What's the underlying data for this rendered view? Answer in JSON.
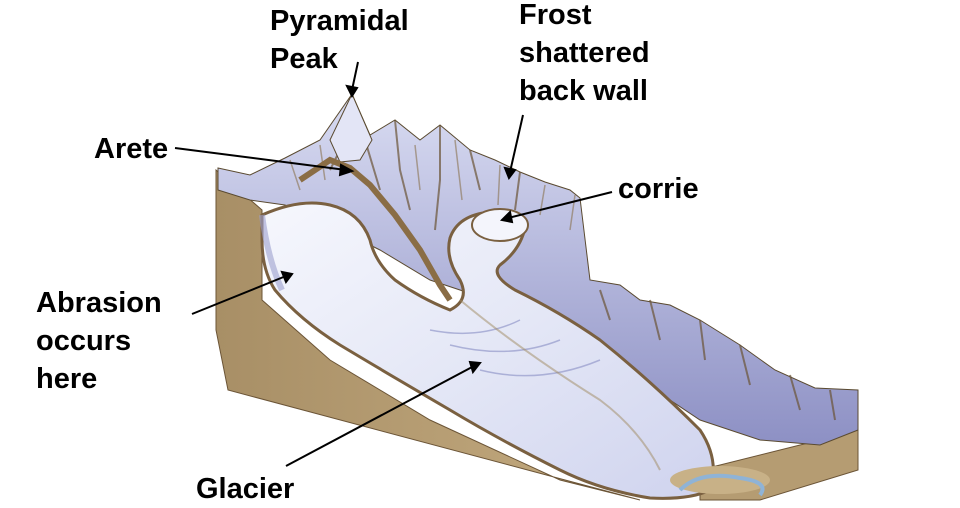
{
  "labels": {
    "pyramidal_peak": [
      "Pyramidal",
      "Peak"
    ],
    "frost_shattered_back_wall": [
      "Frost",
      "shattered",
      "back wall"
    ],
    "arete": [
      "Arete"
    ],
    "corrie": [
      "corrie"
    ],
    "abrasion": [
      "Abrasion",
      "occurs",
      "here"
    ],
    "glacier": [
      "Glacier"
    ]
  },
  "colors": {
    "rock_brown": "#b89b6e",
    "rock_dark": "#6b5436",
    "ice_light": "#eef0fa",
    "ice_shadow": "#a7abd6",
    "snow_ridge": "#c7cbe8",
    "label_text": "#000000"
  }
}
